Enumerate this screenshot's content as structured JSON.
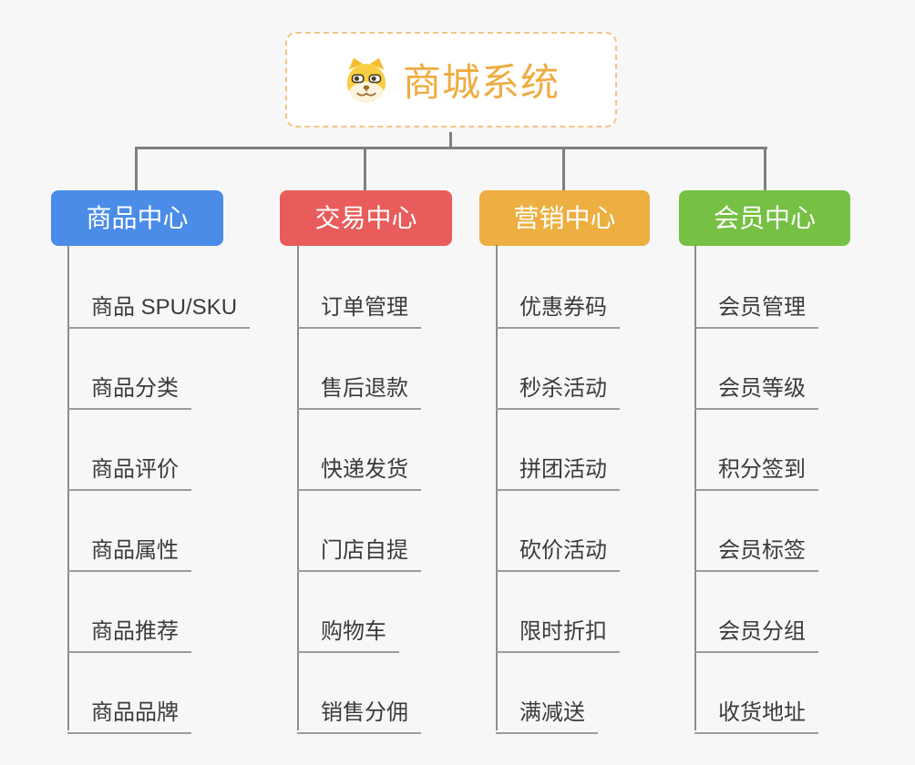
{
  "root": {
    "title": "商城系统",
    "title_color": "#EFAC42",
    "border_color": "#F2C488",
    "icon": "doge-face-icon"
  },
  "branches": [
    {
      "label": "商品中心",
      "color": "#4A8CE8",
      "children": [
        "商品 SPU/SKU",
        "商品分类",
        "商品评价",
        "商品属性",
        "商品推荐",
        "商品品牌"
      ]
    },
    {
      "label": "交易中心",
      "color": "#E85D5B",
      "children": [
        "订单管理",
        "售后退款",
        "快递发货",
        "门店自提",
        "购物车",
        "销售分佣"
      ]
    },
    {
      "label": "营销中心",
      "color": "#EDAF41",
      "children": [
        "优惠券码",
        "秒杀活动",
        "拼团活动",
        "砍价活动",
        "限时折扣",
        "满减送"
      ]
    },
    {
      "label": "会员中心",
      "color": "#76C044",
      "children": [
        "会员管理",
        "会员等级",
        "积分签到",
        "会员标签",
        "会员分组",
        "收货地址"
      ]
    }
  ],
  "connector_color": "#7F7F7F",
  "underline_color": "#9B9B9B",
  "background_color": "#F7F7F7"
}
